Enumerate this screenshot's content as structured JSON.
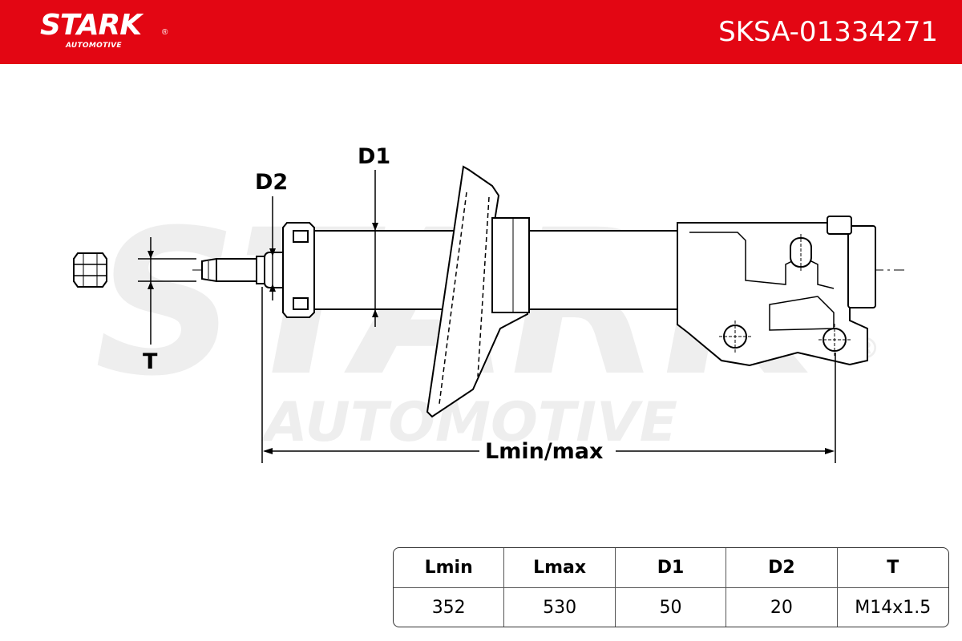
{
  "header": {
    "brand": "STARK",
    "brand_sub": "AUTOMOTIVE",
    "registered_mark": "®",
    "part_number": "SKSA-01334271",
    "background_color": "#e30613"
  },
  "diagram": {
    "labels": {
      "d1": "D1",
      "d2": "D2",
      "t": "T",
      "length": "Lmin/max"
    },
    "watermark": {
      "brand": "STARK",
      "sub": "AUTOMOTIVE",
      "registered_mark": "®"
    }
  },
  "spec_table": {
    "headers": [
      "Lmin",
      "Lmax",
      "D1",
      "D2",
      "T"
    ],
    "values": [
      "352",
      "530",
      "50",
      "20",
      "M14x1.5"
    ]
  }
}
